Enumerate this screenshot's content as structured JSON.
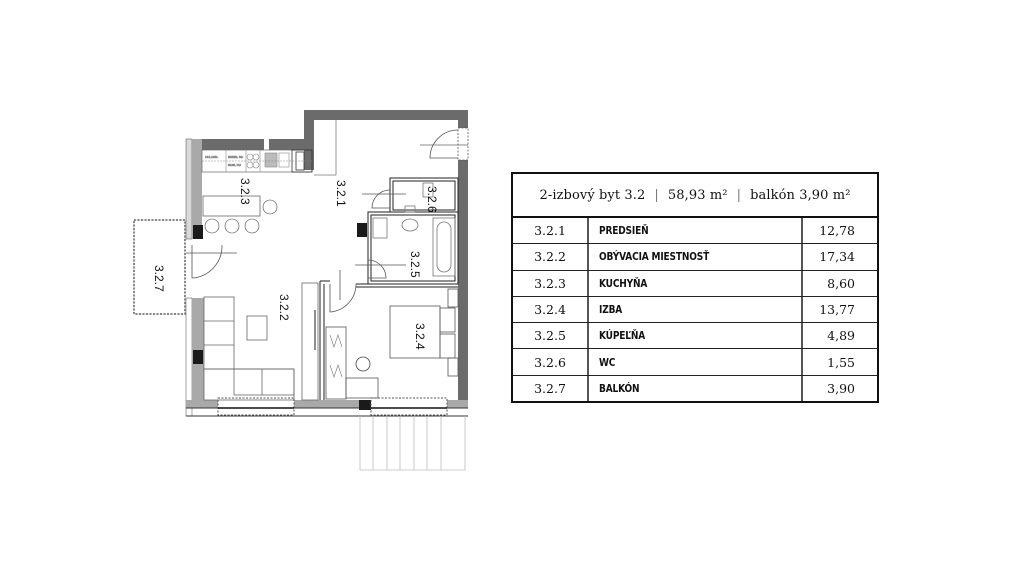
{
  "floor_plan": {
    "rooms": [
      {
        "id": "3.2.1",
        "label": "3.2.1"
      },
      {
        "id": "3.2.2",
        "label": "3.2.2"
      },
      {
        "id": "3.2.3",
        "label": "3.2.3"
      },
      {
        "id": "3.2.4",
        "label": "3.2.4"
      },
      {
        "id": "3.2.5",
        "label": "3.2.5"
      },
      {
        "id": "3.2.6",
        "label": "3.2.6"
      },
      {
        "id": "3.2.7",
        "label": "3.2.7"
      }
    ],
    "colors": {
      "wall": "#6b6b6b",
      "wall_light": "#a9a9a9",
      "column": "#1a1a1a",
      "line": "#222222",
      "fixture": "#888888",
      "background": "#ffffff"
    }
  },
  "table": {
    "header": {
      "apartment": "2-izbový byt 3.2",
      "separator": "|",
      "area": "58,93 m²",
      "balcony": "balkón 3,90 m²"
    },
    "rows": [
      {
        "num": "3.2.1",
        "name": "PREDSIEŇ",
        "area": "12,78"
      },
      {
        "num": "3.2.2",
        "name": "OBÝVACIA MIESTNOSŤ",
        "area": "17,34"
      },
      {
        "num": "3.2.3",
        "name": "KUCHYŇA",
        "area": "8,60"
      },
      {
        "num": "3.2.4",
        "name": "IZBA",
        "area": "13,77"
      },
      {
        "num": "3.2.5",
        "name": "KÚPEĽŇA",
        "area": "4,89"
      },
      {
        "num": "3.2.6",
        "name": "WC",
        "area": "1,55"
      },
      {
        "num": "3.2.7",
        "name": "BALKÓN",
        "area": "3,90"
      }
    ]
  }
}
